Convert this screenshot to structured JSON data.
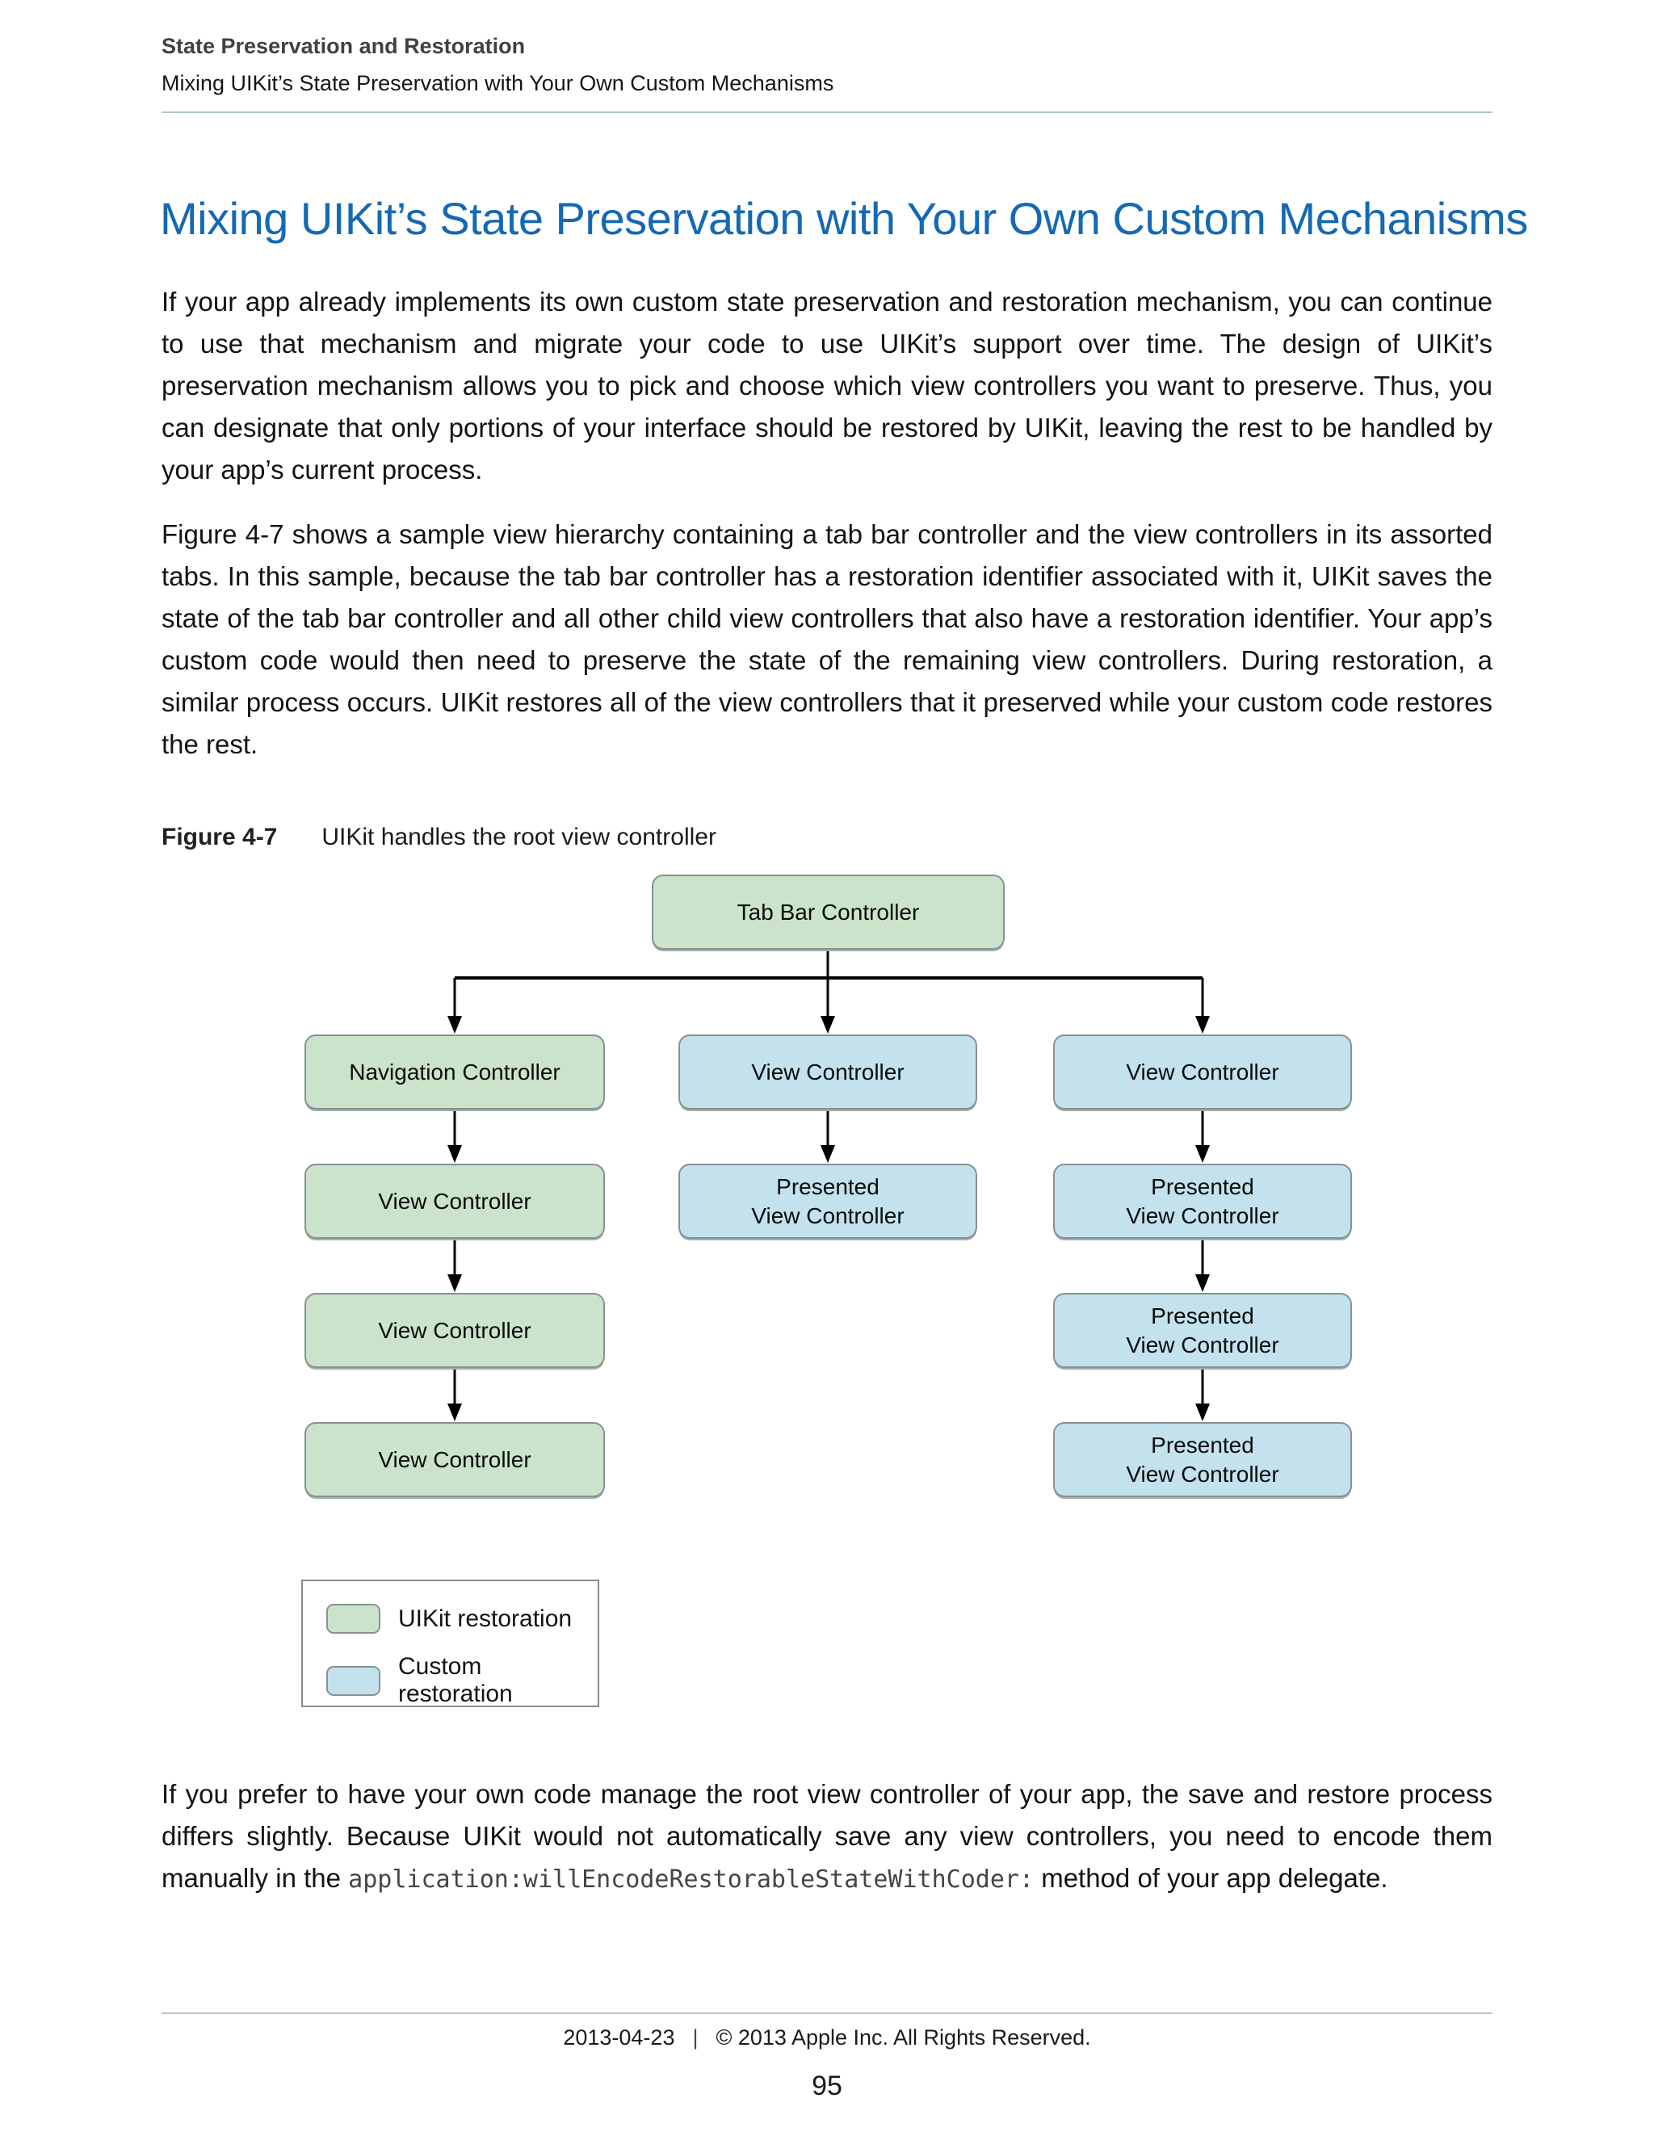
{
  "header": {
    "section": "State Preservation and Restoration",
    "subsection": "Mixing UIKit’s State Preservation with Your Own Custom Mechanisms"
  },
  "title": "Mixing UIKit’s State Preservation with Your Own Custom Mechanisms",
  "paragraphs": {
    "p1": "If your app already implements its own custom state preservation and restoration mechanism, you can continue to use that mechanism and migrate your code to use UIKit’s support over time. The design of UIKit’s preservation mechanism allows you to pick and choose which view controllers you want to preserve. Thus, you can designate that only portions of your interface should be restored by UIKit, leaving the rest to be handled by your app’s current process.",
    "p2": "Figure 4-7 shows a sample view hierarchy containing a tab bar controller and the view controllers in its assorted tabs. In this sample, because the tab bar controller has a restoration identifier associated with it, UIKit saves the state of the tab bar controller and all other child view controllers that also have a restoration identifier. Your app’s custom code would then need to preserve the state of the remaining view controllers. During restoration, a similar process occurs. UIKit restores all of the view controllers that it preserved while your custom code restores the rest.",
    "p3_pre": "If you prefer to have your own code manage the root view controller of your app, the save and restore process differs slightly. Because UIKit would not automatically save any view controllers, you need to encode them manually in the ",
    "p3_code": "application:willEncodeRestorableStateWithCoder:",
    "p3_post": " method of your app delegate."
  },
  "figure": {
    "label": "Figure 4-7",
    "caption": "UIKit handles the root view controller"
  },
  "diagram": {
    "nodes": {
      "tabbar": {
        "line1": "Tab Bar Controller"
      },
      "r1c1": {
        "line1": "Navigation Controller"
      },
      "r1c2": {
        "line1": "View Controller"
      },
      "r1c3": {
        "line1": "View Controller"
      },
      "r2c1": {
        "line1": "View Controller"
      },
      "r2c2": {
        "line1": "Presented",
        "line2": "View Controller"
      },
      "r2c3": {
        "line1": "Presented",
        "line2": "View Controller"
      },
      "r3c1": {
        "line1": "View Controller"
      },
      "r3c3": {
        "line1": "Presented",
        "line2": "View Controller"
      },
      "r4c1": {
        "line1": "View Controller"
      },
      "r4c3": {
        "line1": "Presented",
        "line2": "View Controller"
      }
    },
    "legend": {
      "uikit": "UIKit restoration",
      "custom": "Custom restoration"
    },
    "colors": {
      "uikit_fill": "#cbe3cb",
      "custom_fill": "#c3e2ee",
      "node_border": "#879192",
      "connector": "#000000",
      "heading_blue": "#1569b3",
      "rule": "#b4c7cd"
    }
  },
  "footer": {
    "date": "2013-04-23",
    "separator": "|",
    "copyright": "© 2013 Apple Inc. All Rights Reserved.",
    "page_number": "95"
  }
}
